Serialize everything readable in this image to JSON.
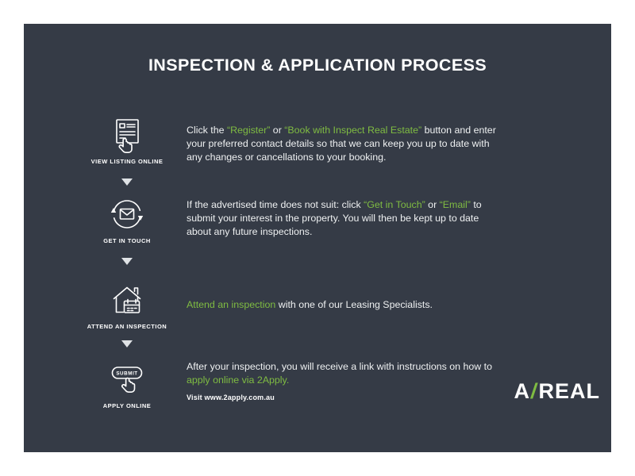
{
  "title": "INSPECTION & APPLICATION PROCESS",
  "colors": {
    "background": "#353b46",
    "accent": "#7fbc42",
    "page_margin": "#ffffff",
    "body_text": "#eef0f1"
  },
  "steps": [
    {
      "label": "VIEW LISTING ONLINE",
      "icon": "view-listing-online-icon",
      "segments": [
        {
          "text": "Click the ",
          "green": false
        },
        {
          "text": "“Register”",
          "green": true
        },
        {
          "text": " or ",
          "green": false
        },
        {
          "text": "“Book with Inspect Real Estate”",
          "green": true
        },
        {
          "text": " button and enter your preferred contact details so that we can keep you up to date with any changes or cancellations to your booking.",
          "green": false
        }
      ]
    },
    {
      "label": "GET IN TOUCH",
      "icon": "envelope-refresh-icon",
      "segments": [
        {
          "text": "If the advertised time does not suit: click ",
          "green": false
        },
        {
          "text": "“Get in Touch”",
          "green": true
        },
        {
          "text": " or ",
          "green": false
        },
        {
          "text": "“Email”",
          "green": true
        },
        {
          "text": " to submit your interest in the property. You will then be kept up to date about any future inspections.",
          "green": false
        }
      ]
    },
    {
      "label": "ATTEND AN INSPECTION",
      "icon": "house-calendar-icon",
      "segments": [
        {
          "text": "Attend an inspection",
          "green": true
        },
        {
          "text": " with one of our Leasing Specialists.",
          "green": false
        }
      ]
    },
    {
      "label": "APPLY ONLINE",
      "icon": "submit-button-hand-icon",
      "icon_text": "SUBMIT",
      "segments": [
        {
          "text": "After your inspection, you will receive a link with instructions on how to ",
          "green": false
        },
        {
          "text": "apply online via 2Apply.",
          "green": true
        }
      ],
      "note": "Visit www.2apply.com.au"
    }
  ],
  "logo": {
    "prefix": "A",
    "slash": "/",
    "suffix": "REAL"
  }
}
